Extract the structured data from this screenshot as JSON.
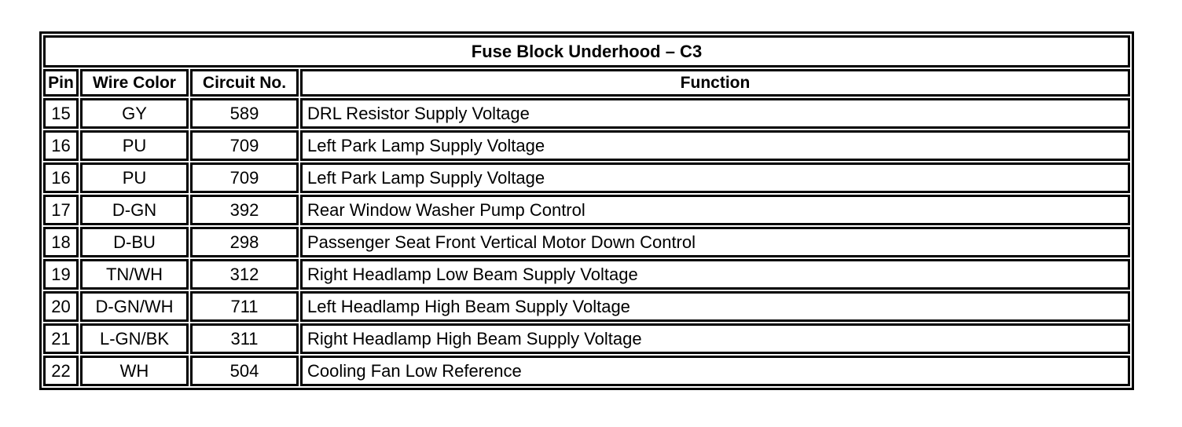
{
  "table": {
    "title": "Fuse Block Underhood – C3",
    "columns": [
      {
        "label": "Pin"
      },
      {
        "label": "Wire Color"
      },
      {
        "label": "Circuit No."
      },
      {
        "label": "Function"
      }
    ],
    "rows": [
      {
        "pin": "15",
        "wire_color": "GY",
        "circuit_no": "589",
        "function": "DRL Resistor Supply Voltage"
      },
      {
        "pin": "16",
        "wire_color": "PU",
        "circuit_no": "709",
        "function": "Left Park Lamp Supply Voltage"
      },
      {
        "pin": "16",
        "wire_color": "PU",
        "circuit_no": "709",
        "function": "Left Park Lamp Supply Voltage"
      },
      {
        "pin": "17",
        "wire_color": "D-GN",
        "circuit_no": "392",
        "function": "Rear Window Washer Pump Control"
      },
      {
        "pin": "18",
        "wire_color": "D-BU",
        "circuit_no": "298",
        "function": "Passenger Seat Front Vertical Motor Down Control"
      },
      {
        "pin": "19",
        "wire_color": "TN/WH",
        "circuit_no": "312",
        "function": "Right Headlamp Low Beam Supply Voltage"
      },
      {
        "pin": "20",
        "wire_color": "D-GN/WH",
        "circuit_no": "711",
        "function": "Left Headlamp High Beam Supply Voltage"
      },
      {
        "pin": "21",
        "wire_color": "L-GN/BK",
        "circuit_no": "311",
        "function": "Right Headlamp High Beam Supply Voltage"
      },
      {
        "pin": "22",
        "wire_color": "WH",
        "circuit_no": "504",
        "function": "Cooling Fan Low Reference"
      }
    ],
    "colors": {
      "border": "#000000",
      "background": "#ffffff",
      "text": "#000000"
    }
  }
}
